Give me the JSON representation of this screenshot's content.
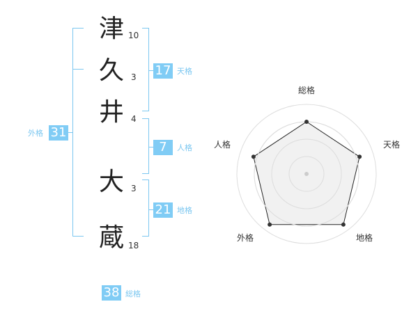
{
  "name": {
    "chars": [
      {
        "char": "津",
        "strokes": "10"
      },
      {
        "char": "久",
        "strokes": "3"
      },
      {
        "char": "井",
        "strokes": "4"
      },
      {
        "char": "大",
        "strokes": "3"
      },
      {
        "char": "蔵",
        "strokes": "18"
      }
    ]
  },
  "kakusu": {
    "tenkaku": {
      "value": "17",
      "label": "天格"
    },
    "jinkaku": {
      "value": "7",
      "label": "人格"
    },
    "chikaku": {
      "value": "21",
      "label": "地格"
    },
    "gaikaku": {
      "value": "31",
      "label": "外格"
    },
    "soukaku": {
      "value": "38",
      "label": "総格"
    }
  },
  "chart_data": {
    "type": "radar",
    "axes": [
      "総格",
      "天格",
      "地格",
      "外格",
      "人格"
    ],
    "values": [
      0.75,
      0.8,
      0.9,
      0.9,
      0.8
    ],
    "range": [
      0,
      1
    ],
    "rings": 4,
    "colors": {
      "line": "#222222",
      "point": "#333333",
      "fill": "#eeeeee",
      "ring": "#dddddd"
    }
  }
}
